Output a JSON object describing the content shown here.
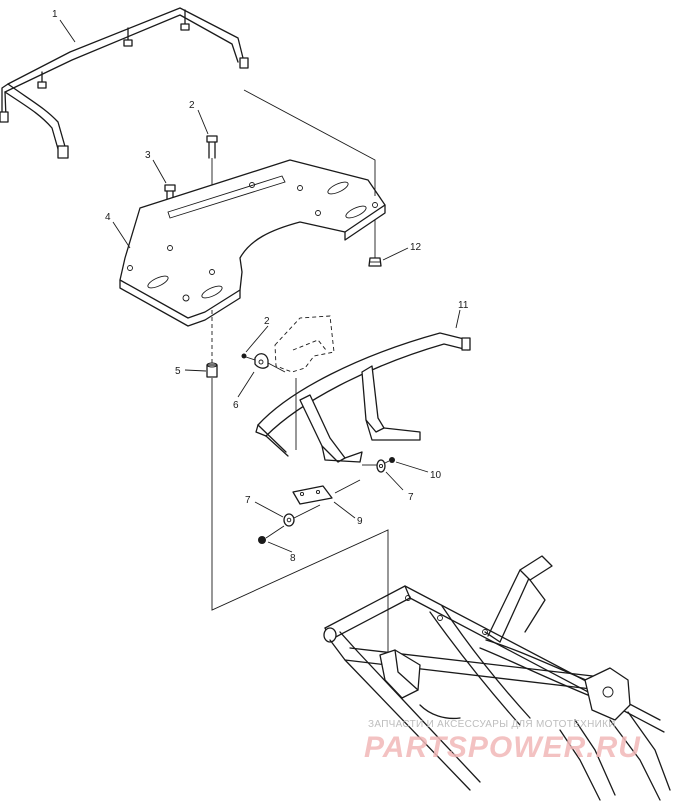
{
  "callouts": [
    "1",
    "2",
    "3",
    "4",
    "12",
    "11",
    "2",
    "5",
    "6",
    "10",
    "7",
    "7",
    "9",
    "8"
  ],
  "watermark": {
    "line1": "ЗАПЧАСТИ И АКСЕССУАРЫ ДЛЯ МОТОТЕХНИКИ",
    "line2": "PARTSPOWER.RU"
  }
}
